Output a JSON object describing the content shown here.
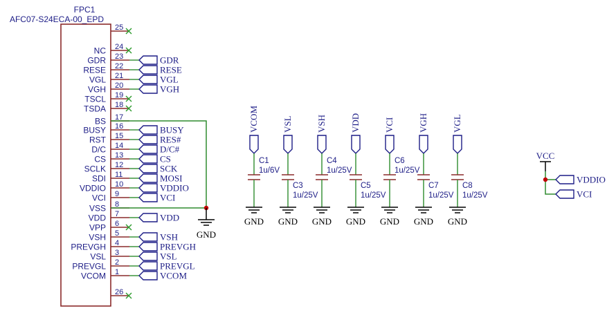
{
  "colors": {
    "body_stroke": "#8a2a2a",
    "pin": "#8a2a2a",
    "wire": "#2e8b2e",
    "text": "#1c1c86",
    "noconnect": "#2e9b2e",
    "junction": "#c00000",
    "gnd": "#000000"
  },
  "connector": {
    "ref": "FPC1",
    "value": "AFC07-S24ECA-00_EPD",
    "pins": [
      {
        "num": "25",
        "name": "",
        "nc": true
      },
      {
        "num": "24",
        "name": "NC",
        "nc": true
      },
      {
        "num": "23",
        "name": "GDR",
        "label": "GDR"
      },
      {
        "num": "22",
        "name": "RESE",
        "label": "RESE"
      },
      {
        "num": "21",
        "name": "VGL",
        "label": "VGL"
      },
      {
        "num": "20",
        "name": "VGH",
        "label": "VGH"
      },
      {
        "num": "19",
        "name": "TSCL",
        "nc": true
      },
      {
        "num": "18",
        "name": "TSDA",
        "nc": true
      },
      {
        "num": "17",
        "name": "BS",
        "wire": "bs"
      },
      {
        "num": "16",
        "name": "BUSY",
        "label": "BUSY"
      },
      {
        "num": "15",
        "name": "RST",
        "label": "RES#"
      },
      {
        "num": "14",
        "name": "D/C",
        "label": "D/C#"
      },
      {
        "num": "13",
        "name": "CS",
        "label": "CS"
      },
      {
        "num": "12",
        "name": "SCLK",
        "label": "SCK"
      },
      {
        "num": "11",
        "name": "SDI",
        "label": "MOSI"
      },
      {
        "num": "10",
        "name": "VDDIO",
        "label": "VDDIO"
      },
      {
        "num": "9",
        "name": "VCI",
        "label": "VCI"
      },
      {
        "num": "8",
        "name": "VSS",
        "wire": "vss"
      },
      {
        "num": "7",
        "name": "VDD",
        "label": "VDD"
      },
      {
        "num": "6",
        "name": "VPP",
        "nc": true
      },
      {
        "num": "5",
        "name": "VSH",
        "label": "VSH"
      },
      {
        "num": "4",
        "name": "PREVGH",
        "label": "PREVGH"
      },
      {
        "num": "3",
        "name": "VSL",
        "label": "VSL"
      },
      {
        "num": "2",
        "name": "PREVGL",
        "label": "PREVGL"
      },
      {
        "num": "1",
        "name": "VCOM",
        "label": "VCOM"
      },
      {
        "num": "26",
        "name": "",
        "nc": true
      }
    ]
  },
  "gnd_label": "GND",
  "capacitors": [
    {
      "net": "VCOM",
      "ref": "C1",
      "value": "1u/6V",
      "text_side": "upper"
    },
    {
      "net": "VSL",
      "ref": "C3",
      "value": "1u/25V",
      "text_side": "lower"
    },
    {
      "net": "VSH",
      "ref": "C4",
      "value": "1u/25V",
      "text_side": "upper"
    },
    {
      "net": "VDD",
      "ref": "C5",
      "value": "1u/25V",
      "text_side": "lower"
    },
    {
      "net": "VCI",
      "ref": "C6",
      "value": "1u/25V",
      "text_side": "upper"
    },
    {
      "net": "VGH",
      "ref": "C7",
      "value": "1u/25V",
      "text_side": "lower"
    },
    {
      "net": "VGL",
      "ref": "C8",
      "value": "1u/25V",
      "text_side": "lower"
    }
  ],
  "power": {
    "symbol": "VCC",
    "labels": [
      "VDDIO",
      "VCI"
    ]
  }
}
